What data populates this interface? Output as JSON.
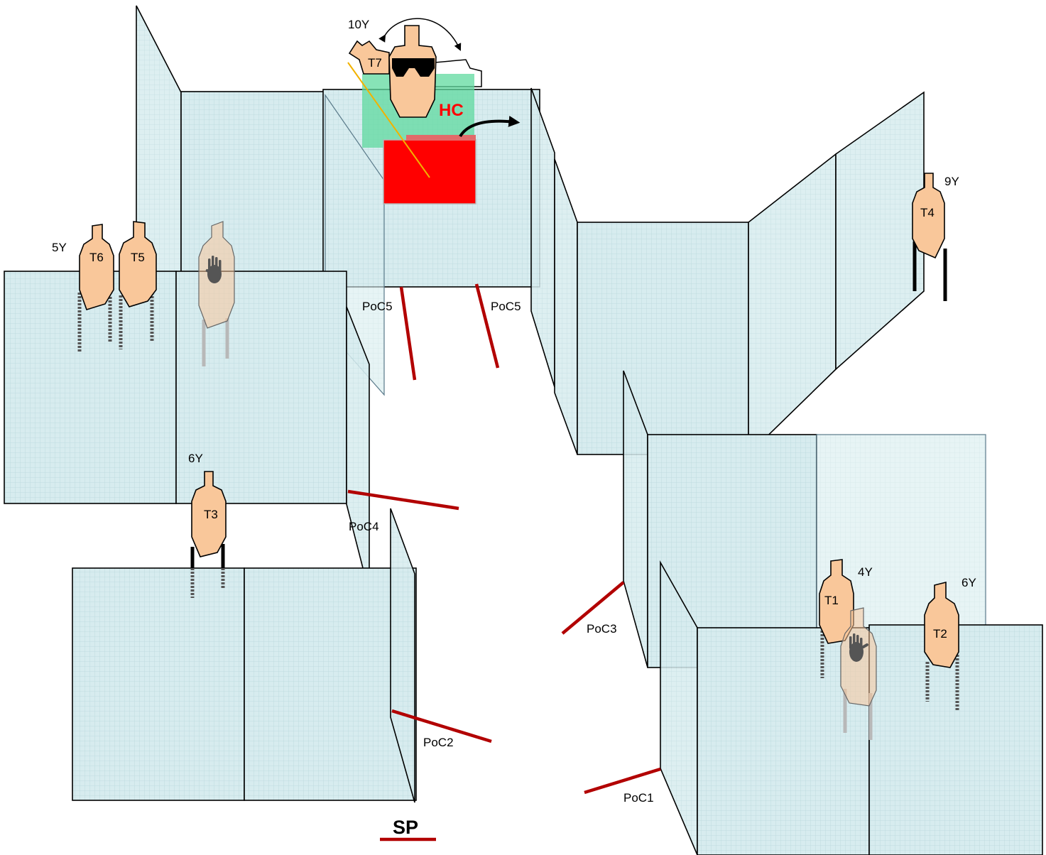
{
  "colors": {
    "wall_fill": "#d7ecef",
    "wall_grid": "#b9d9dc",
    "poc_line": "#b20000",
    "target_fill": "#f9c79a",
    "hostage_taker_box": "#ff0000",
    "hostage_highlight": "#5fd99f",
    "line_of_fire": "#f2b200"
  },
  "icons": {
    "target": "target-silhouette",
    "hostage": "head-with-sunglasses-icon",
    "hand": "hand-icon",
    "curved_arrow": "curved-arrow-icon"
  },
  "labels": {
    "hc": "HC",
    "sp": "SP",
    "poc1": "PoC1",
    "poc2": "PoC2",
    "poc3": "PoC3",
    "poc4": "PoC4",
    "poc5_left": "PoC5",
    "poc5_right": "PoC5"
  },
  "targets": {
    "t1": {
      "name": "T1",
      "distance": "4Y"
    },
    "t2": {
      "name": "T2",
      "distance": "6Y"
    },
    "t3": {
      "name": "T3",
      "distance": "6Y"
    },
    "t4": {
      "name": "T4",
      "distance": "9Y"
    },
    "t5": {
      "name": "T5",
      "distance": "5Y"
    },
    "t6": {
      "name": "T6"
    },
    "t7": {
      "name": "T7",
      "distance": "10Y"
    }
  }
}
